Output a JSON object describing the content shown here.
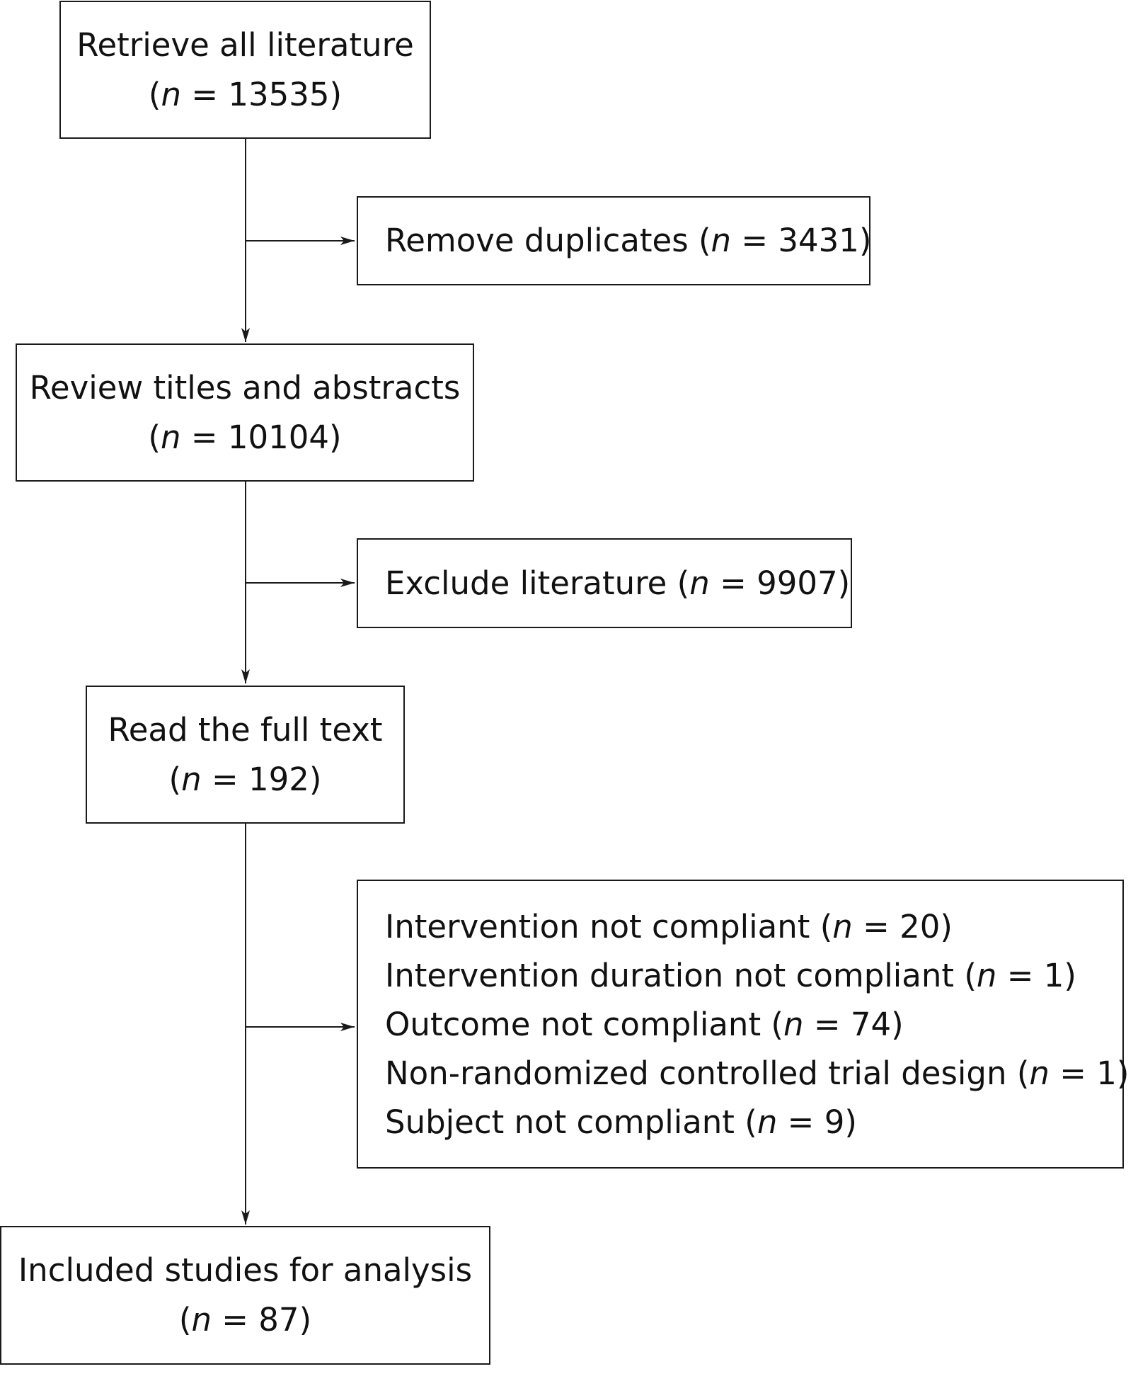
{
  "flow": {
    "steps": [
      {
        "label": "Retrieve all literature",
        "count": "13535"
      },
      {
        "label": "Review titles and abstracts",
        "count": "10104"
      },
      {
        "label": "Read the full text",
        "count": "192"
      },
      {
        "label": "Included studies for analysis",
        "count": "87"
      }
    ],
    "exclusions": [
      {
        "label": "Remove duplicates",
        "count": "3431"
      },
      {
        "label": "Exclude literature",
        "count": "9907"
      }
    ],
    "full_text_exclusions": [
      {
        "label": "Intervention not compliant",
        "count": "20"
      },
      {
        "label": "Intervention duration not compliant",
        "count": "1"
      },
      {
        "label": "Outcome not compliant",
        "count": "74"
      },
      {
        "label": "Non-randomized controlled trial design",
        "count": "1"
      },
      {
        "label": "Subject not compliant",
        "count": "9"
      }
    ]
  }
}
